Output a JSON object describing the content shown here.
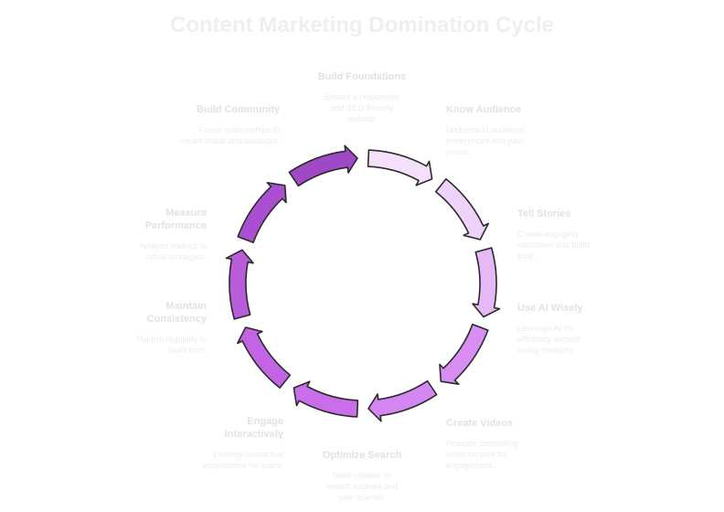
{
  "title": "Content Marketing Domination Cycle",
  "stages": [
    {
      "title": "Build Foundations",
      "description": "Ensure a responsive and SEO-friendly website.",
      "color": "#f4e0fb"
    },
    {
      "title": "Know Audience",
      "description": "Understand audience preferences and pain points.",
      "color": "#efd2fa"
    },
    {
      "title": "Tell Stories",
      "description": "Create engaging narratives that build trust.",
      "color": "#e6b8f6"
    },
    {
      "title": "Use AI Wisely",
      "description": "Leverage AI for efficiency without losing creativity.",
      "color": "#d98ef3"
    },
    {
      "title": "Create Videos",
      "description": "Produce compelling video content for engagement.",
      "color": "#d487f2"
    },
    {
      "title": "Optimize Search",
      "description": "Tailor content for search engines and user queries.",
      "color": "#c96de8"
    },
    {
      "title": "Engage Interactively",
      "description": "Develop interactive experiences for users.",
      "color": "#c264e4"
    },
    {
      "title": "Maintain Consistency",
      "description": "Publish regularly to build trust.",
      "color": "#b85cdc"
    },
    {
      "title": "Measure Performance",
      "description": "Analyze metrics to refine strategies.",
      "color": "#ab4fd2"
    },
    {
      "title": "Build Community",
      "description": "Foster relationships to create brand ambassadors.",
      "color": "#9f49c7"
    }
  ]
}
